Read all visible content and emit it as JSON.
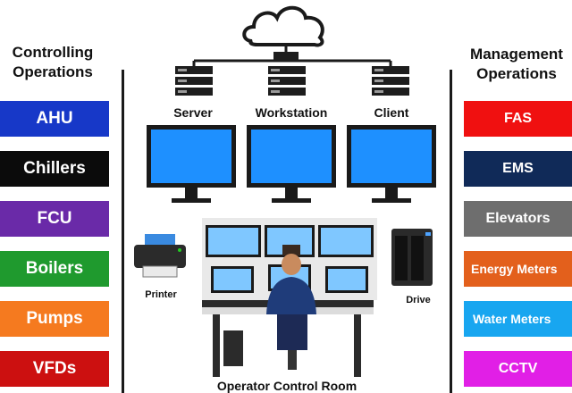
{
  "left": {
    "title_line1": "Controlling",
    "title_line2": "Operations",
    "items": [
      {
        "label": "AHU",
        "color": "#1738c8"
      },
      {
        "label": "Chillers",
        "color": "#0b0b0b"
      },
      {
        "label": "FCU",
        "color": "#6a2aa8"
      },
      {
        "label": "Boilers",
        "color": "#1f9a2e"
      },
      {
        "label": "Pumps",
        "color": "#f57a1f"
      },
      {
        "label": "VFDs",
        "color": "#cc1010"
      }
    ]
  },
  "right": {
    "title_line1": "Management",
    "title_line2": "Operations",
    "items": [
      {
        "label": "FAS",
        "color": "#f01010"
      },
      {
        "label": "EMS",
        "color": "#102a58"
      },
      {
        "label": "Elevators",
        "color": "#6e6e6e"
      },
      {
        "label": "Energy Meters",
        "color": "#e3601c"
      },
      {
        "label": "Water Meters",
        "color": "#18a6f0"
      },
      {
        "label": "CCTV",
        "color": "#e11fe6"
      }
    ]
  },
  "network": {
    "server": "Server",
    "workstation": "Workstation",
    "client": "Client",
    "printer": "Printer",
    "drive": "Drive",
    "room": "Operator Control Room"
  }
}
